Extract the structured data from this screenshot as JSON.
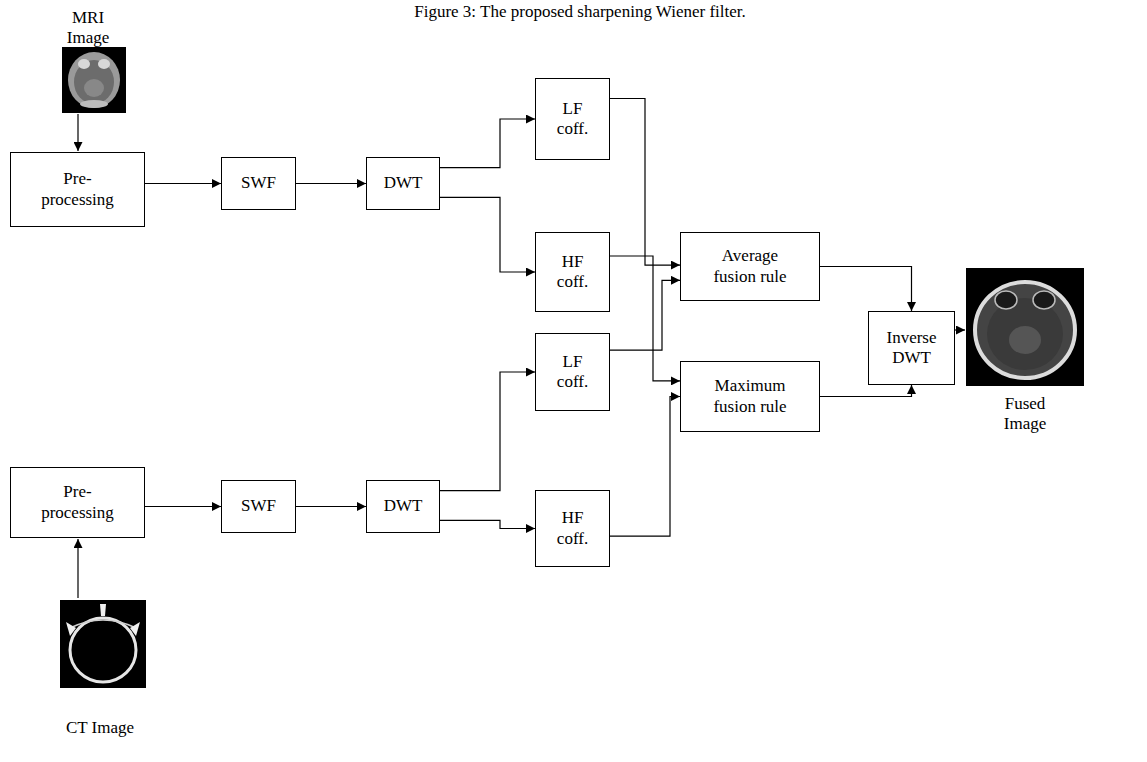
{
  "diagram": {
    "nodes": [
      {
        "text": [
          "Pre-processing"
        ]
      },
      {
        "text": [
          "SWF"
        ]
      },
      {
        "text": [
          "DWT"
        ]
      },
      {
        "text": [
          "LF coff."
        ]
      },
      {
        "text": [
          "HF coff."
        ]
      },
      {
        "text": [
          "LF coff."
        ]
      },
      {
        "text": [
          "HF coff."
        ]
      },
      {
        "text": [
          "Average fusion rule"
        ]
      },
      {
        "text": [
          "Maximum fusion rule"
        ]
      },
      {
        "text": [
          "Inverse DWT"
        ]
      },
      {
        "text": [
          "Pre-processing"
        ]
      },
      {
        "text": [
          "SWF"
        ]
      },
      {
        "text": [
          "DWT"
        ]
      }
    ],
    "edges": [
      {
        "from": 0,
        "to": 1,
        "arrow": "to"
      },
      {
        "from": 1,
        "to": 2,
        "arrow": "to"
      },
      {
        "from": 2,
        "to": 3,
        "arrow": "to"
      },
      {
        "from": 2,
        "to": 4,
        "arrow": "to"
      },
      {
        "from": 10,
        "to": 11,
        "arrow": "to"
      },
      {
        "from": 11,
        "to": 12,
        "arrow": "to"
      },
      {
        "from": 12,
        "to": 5,
        "arrow": "to"
      },
      {
        "from": 12,
        "to": 6,
        "arrow": "to"
      },
      {
        "from": 3,
        "to": 7,
        "arrow": "to"
      },
      {
        "from": 5,
        "to": 7,
        "arrow": "to"
      },
      {
        "from": 4,
        "to": 8,
        "arrow": "to"
      },
      {
        "from": 6,
        "to": 8,
        "arrow": "to"
      },
      {
        "from": 7,
        "to": 9,
        "arrow": "to"
      },
      {
        "from": 8,
        "to": 9,
        "arrow": "to"
      }
    ],
    "labels": [
      "Figure 3: The proposed sharpening Wiener filter.",
      "MRI Image",
      "Fused Image",
      "CT Image"
    ]
  }
}
